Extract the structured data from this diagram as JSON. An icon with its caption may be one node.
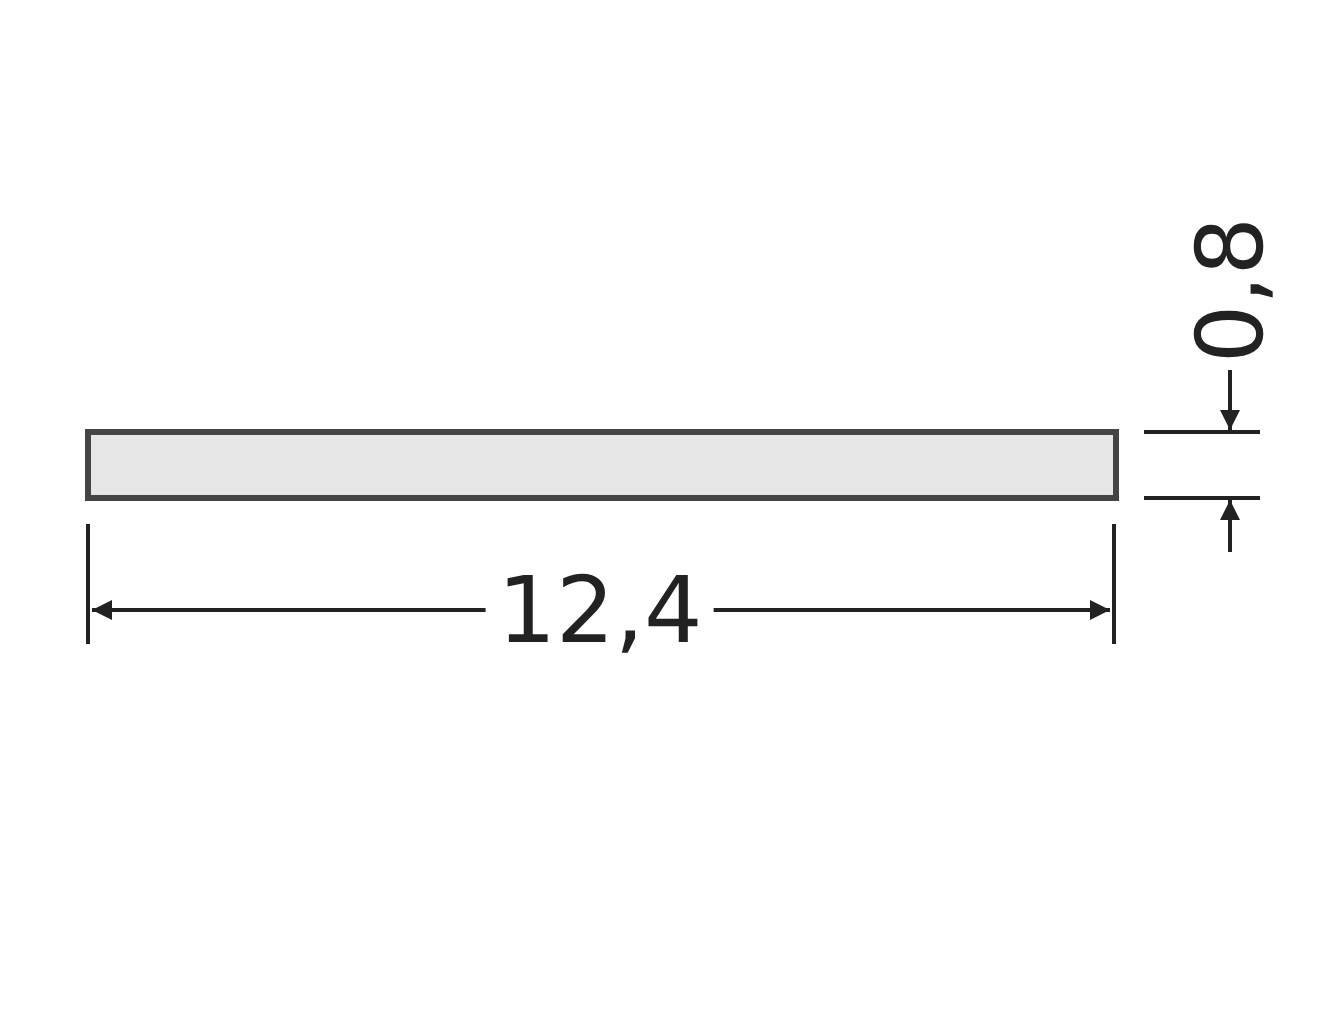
{
  "diagram": {
    "nodes": [
      {
        "text": [],
        "shape": "box"
      }
    ],
    "labels": [
      "0,8",
      "12,4"
    ]
  }
}
